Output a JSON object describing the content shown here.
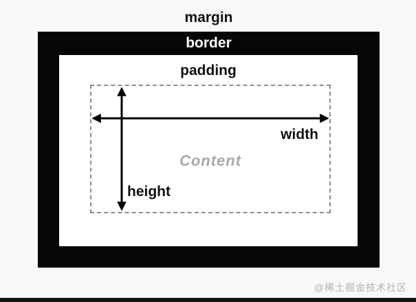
{
  "diagram": {
    "labels": {
      "margin": "margin",
      "border": "border",
      "padding": "padding",
      "content": "Content",
      "width": "width",
      "height": "height"
    }
  },
  "watermark": {
    "text": "@稀土掘金技术社区"
  },
  "colors": {
    "background": "#f8f8f8",
    "box_black": "#060606",
    "inner_white": "#ffffff",
    "dashed_gray": "#8c8c8c",
    "content_gray": "#a9a9a9",
    "watermark_gray": "#b3b3b3",
    "arrow_black": "#000000",
    "label_black": "#111111",
    "bottom_bar": "#151515"
  }
}
